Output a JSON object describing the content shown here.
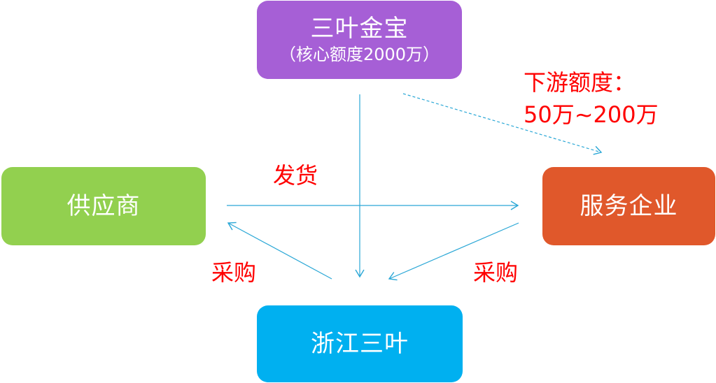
{
  "nodes": {
    "core": {
      "title": "三叶金宝",
      "subtitle": "（核心额度2000万）"
    },
    "supplier": {
      "title": "供应商"
    },
    "service": {
      "title": "服务企业"
    },
    "zhejiang": {
      "title": "浙江三叶"
    }
  },
  "labels": {
    "ship": "发货",
    "purchase_left": "采购",
    "purchase_right": "采购",
    "downstream_quota_line1": "下游额度：",
    "downstream_quota_line2": "50万~200万"
  },
  "colors": {
    "core": "#a65fd6",
    "supplier": "#92d04f",
    "service": "#e0582b",
    "zhejiang": "#00b0f0",
    "arrow": "#2aa7d6",
    "label": "#ff0000"
  }
}
